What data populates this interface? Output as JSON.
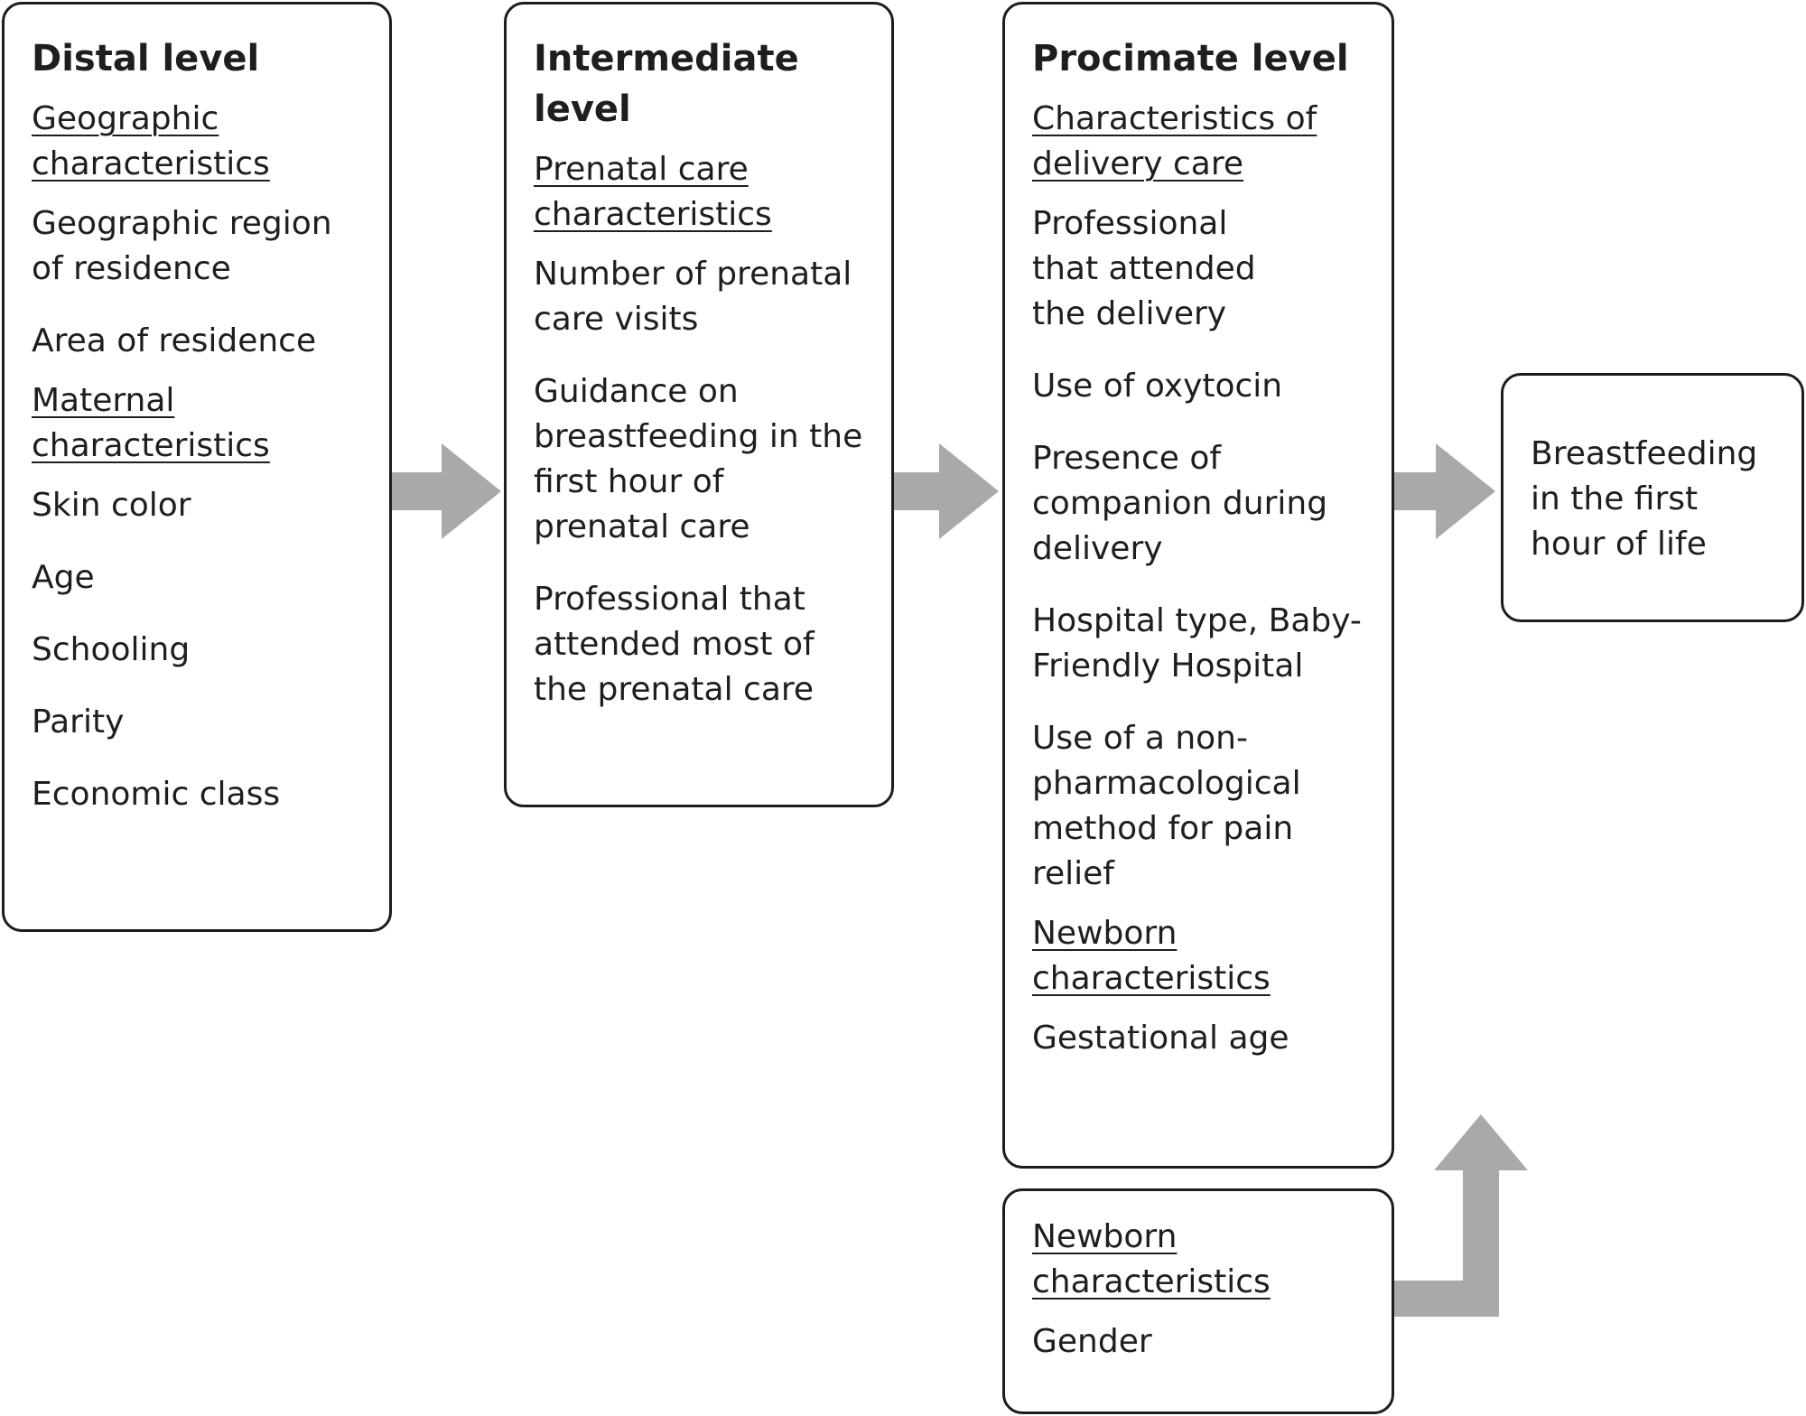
{
  "distal": {
    "title": "Distal level",
    "sections": [
      {
        "heading": "Geographic characteristics",
        "items": [
          "Geographic region of residence",
          "Area of residence"
        ]
      },
      {
        "heading": "Maternal characteristics",
        "items": [
          "Skin color",
          "Age",
          "Schooling",
          "Parity",
          "Economic class"
        ]
      }
    ]
  },
  "intermediate": {
    "title": "Intermediate level",
    "sections": [
      {
        "heading": "Prenatal care characteristics",
        "items": [
          "Number of prenatal care visits",
          "Guidance on breastfeeding in the first hour of prenatal care",
          "Professional that attended most of the prenatal care"
        ]
      }
    ]
  },
  "proximate": {
    "title": "Procimate level",
    "sections": [
      {
        "heading": "Characteristics of delivery care",
        "items": [
          "Professional that attended the delivery",
          "Use of oxytocin",
          "Presence of companion during delivery",
          "Hospital type, Baby-Friendly Hospital",
          "Use of a non-pharmacological method for pain relief"
        ]
      },
      {
        "heading": "Newborn characteristics",
        "items": [
          "Gestational age"
        ]
      }
    ]
  },
  "newborn_box": {
    "sections": [
      {
        "heading": "Newborn characteristics",
        "items": [
          "Gender"
        ]
      }
    ]
  },
  "outcome": {
    "label": "Breastfeeding in the first hour of life"
  },
  "colors": {
    "arrow": "#a8a9ab",
    "border": "#1c1c1c"
  }
}
